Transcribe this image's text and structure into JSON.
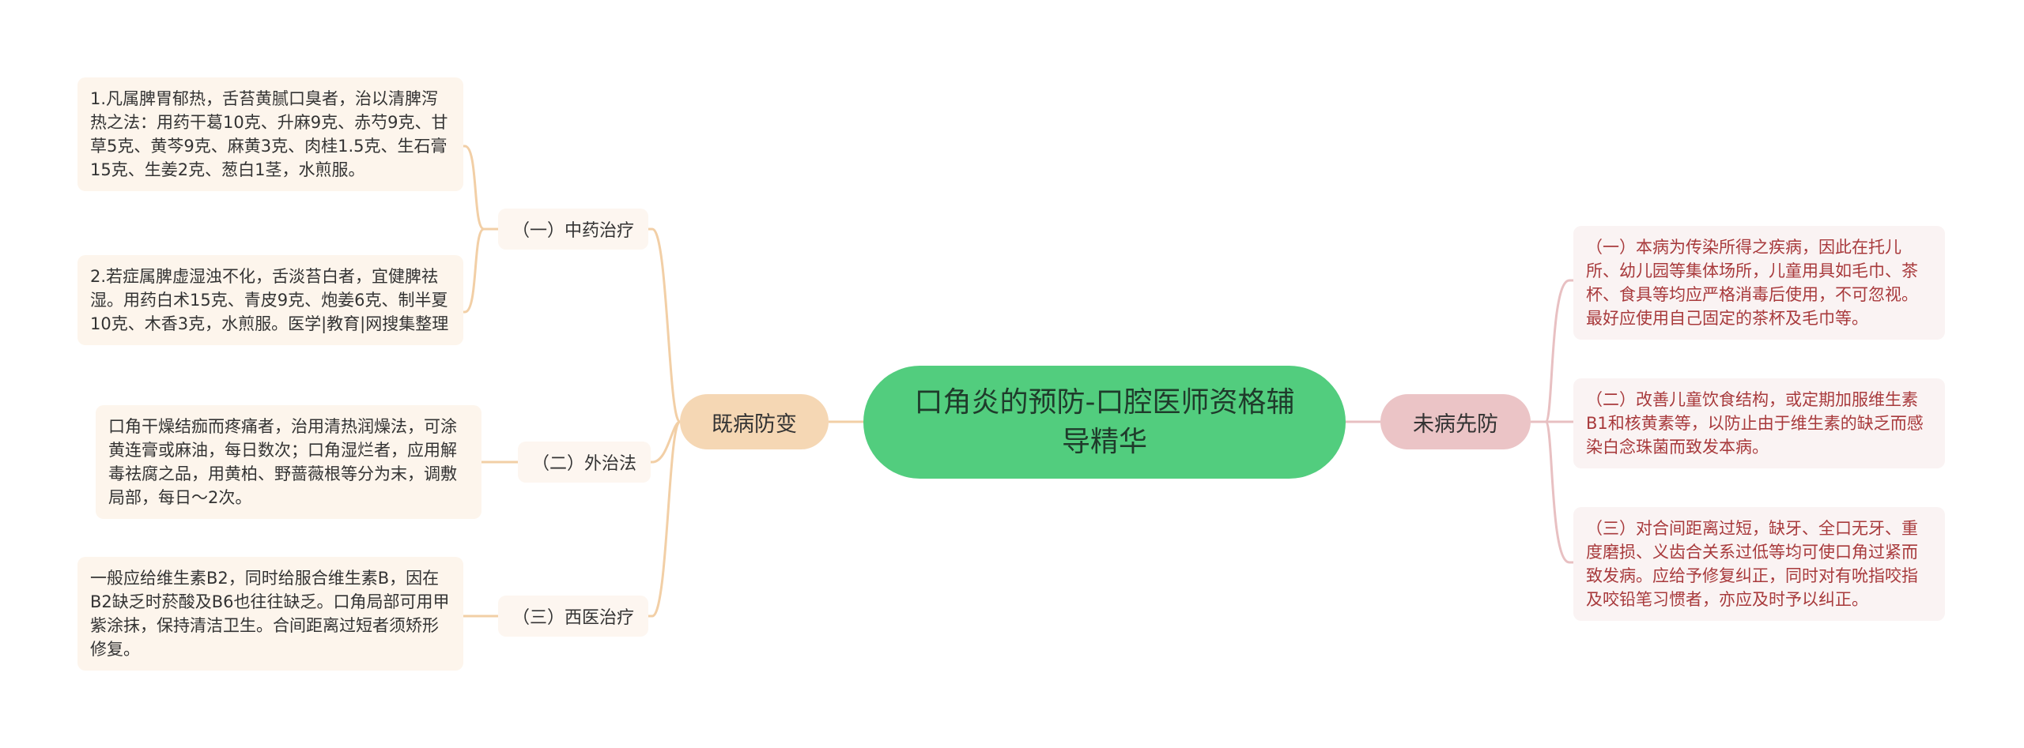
{
  "colors": {
    "root_fill": "#52cd7e",
    "left_branch_fill": "#f5d7b4",
    "right_branch_fill": "#ebc4c6",
    "left_line": "#f2cfa6",
    "right_line": "#e8c0c2",
    "right_text": "#a83a3c"
  },
  "root": {
    "title": "口角炎的预防-口腔医师资格辅导精华"
  },
  "left_branch": {
    "label": "既病防变",
    "children": [
      {
        "label": "（一）中药治疗",
        "items": [
          "1.凡属脾胃郁热，舌苔黄腻口臭者，治以清脾泻热之法：用药干葛10克、升麻9克、赤芍9克、甘草5克、黄芩9克、麻黄3克、肉桂1.5克、生石膏15克、生姜2克、葱白1茎，水煎服。",
          "2.若症属脾虚湿浊不化，舌淡苔白者，宜健脾祛湿。用药白术15克、青皮9克、炮姜6克、制半夏10克、木香3克，水煎服。医学|教育|网搜集整理"
        ]
      },
      {
        "label": "（二）外治法",
        "items": [
          "口角干燥结痂而疼痛者，治用清热润燥法，可涂黄连膏或麻油，每日数次；口角湿烂者，应用解毒祛腐之品，用黄柏、野蔷薇根等分为末，调敷局部，每日～2次。"
        ]
      },
      {
        "label": "（三）西医治疗",
        "items": [
          "一般应给维生素B2，同时给服合维生素B，因在B2缺乏时菸酸及B6也往往缺乏。口角局部可用甲紫涂抹，保持清洁卫生。合间距离过短者须矫形修复。"
        ]
      }
    ]
  },
  "right_branch": {
    "label": "未病先防",
    "items": [
      "（一）本病为传染所得之疾病，因此在托儿所、幼儿园等集体场所，儿童用具如毛巾、茶杯、食具等均应严格消毒后使用，不可忽视。最好应使用自己固定的茶杯及毛巾等。",
      "（二）改善儿童饮食结构，或定期加服维生素B1和核黄素等，以防止由于维生素的缺乏而感染白念珠菌而致发本病。",
      "（三）对合间距离过短，缺牙、全口无牙、重度磨损、义齿合关系过低等均可使口角过紧而致发病。应给予修复纠正，同时对有吮指咬指及咬铅笔习惯者，亦应及时予以纠正。"
    ]
  }
}
